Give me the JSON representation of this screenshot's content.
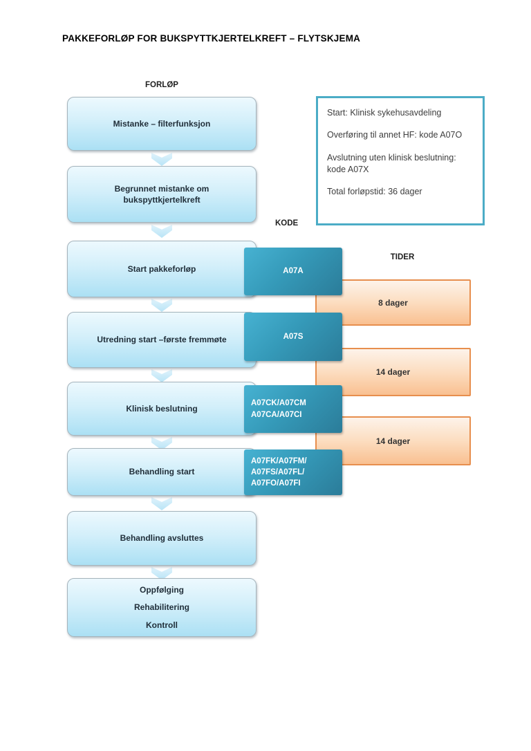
{
  "title": "PAKKEFORLØP FOR BUKSPYTTKJERTELKREFT – FLYTSKJEMA",
  "column_labels": {
    "flow": "FORLØP",
    "code": "KODE",
    "times": "TIDER"
  },
  "flow_steps": [
    {
      "lines": [
        "Mistanke – filterfunksjon"
      ]
    },
    {
      "lines": [
        "Begrunnet mistanke om",
        "bukspyttkjertelkreft"
      ]
    },
    {
      "lines": [
        "Start pakkeforløp"
      ]
    },
    {
      "lines": [
        "Utredning start –første fremmøte"
      ]
    },
    {
      "lines": [
        "Klinisk beslutning"
      ]
    },
    {
      "lines": [
        "Behandling start"
      ]
    },
    {
      "lines": [
        "Behandling avsluttes"
      ]
    },
    {
      "lines": [
        "Oppfølging",
        "Rehabilitering",
        "Kontroll"
      ]
    }
  ],
  "code_boxes": [
    {
      "lines": [
        "A07A"
      ]
    },
    {
      "lines": [
        "A07S"
      ]
    },
    {
      "lines": [
        "A07CK/A07CM",
        "A07CA/A07CI"
      ]
    },
    {
      "lines": [
        "A07FK/A07FM/",
        "A07FS/A07FL/",
        "A07FO/A07FI"
      ]
    }
  ],
  "time_boxes": [
    {
      "label": "8 dager"
    },
    {
      "label": "14 dager"
    },
    {
      "label": "14 dager"
    }
  ],
  "info_box": {
    "paragraphs": [
      [
        "Start: Klinisk sykehusavdeling"
      ],
      [
        "Overføring til annet HF: kode A07O"
      ],
      [
        "Avslutning uten klinisk beslutning:",
        "kode A07X"
      ],
      [
        "Total forløpstid: 36 dager"
      ]
    ]
  },
  "colors": {
    "flow_box_top": "#edf9fe",
    "flow_box_bottom": "#abe0f4",
    "flow_box_border": "#a5b4bc",
    "code_box_top": "#47b2d2",
    "code_box_bottom": "#2b7c99",
    "time_box_top": "#fdf3ea",
    "time_box_bottom": "#f9c091",
    "time_box_border": "#e78e4d",
    "info_box_border": "#4bacc6",
    "arrow_fill": "#b9e4f6"
  }
}
